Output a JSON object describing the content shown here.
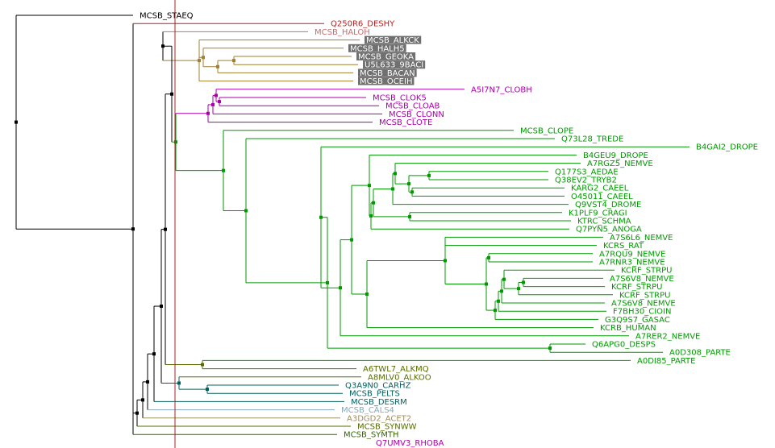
{
  "tree": {
    "colors": {
      "black": "#000000",
      "red": "#b22222",
      "rose": "#c07070",
      "olive": "#a08030",
      "highlight": "#707070",
      "purple": "#aa00aa",
      "green": "#009900",
      "darkolive": "#556b00",
      "teal": "#006060",
      "grayblue": "#88a8b8",
      "tan": "#a09060",
      "darkgreen": "#336600"
    },
    "leaves": [
      {
        "label": "MCSB_STAEQ",
        "color": "black"
      },
      {
        "label": "Q250R6_DESHY",
        "color": "red"
      },
      {
        "label": "MCSB_HALOH",
        "color": "rose"
      },
      {
        "label": "MCSB_ALKCK",
        "color": "olive",
        "highlight": true
      },
      {
        "label": "MCSB_HALH5",
        "color": "olive",
        "highlight": true
      },
      {
        "label": "MCSB_GEOKA",
        "color": "olive",
        "highlight": true
      },
      {
        "label": "U5L633_9BACI",
        "color": "olive",
        "highlight": true
      },
      {
        "label": "MCSB_BACAN",
        "color": "olive",
        "highlight": true
      },
      {
        "label": "MCSB_OCEIH",
        "color": "olive",
        "highlight": true
      },
      {
        "label": "A5I7N7_CLOBH",
        "color": "purple"
      },
      {
        "label": "MCSB_CLOK5",
        "color": "purple"
      },
      {
        "label": "MCSB_CLOAB",
        "color": "purple"
      },
      {
        "label": "MCSB_CLONN",
        "color": "purple"
      },
      {
        "label": "MCSB_CLOTE",
        "color": "purple"
      },
      {
        "label": "MCSB_CLOPE",
        "color": "green"
      },
      {
        "label": "Q73L28_TREDE",
        "color": "green"
      },
      {
        "label": "B4GAI2_DROPE",
        "color": "green"
      },
      {
        "label": "B4GEU9_DROPE",
        "color": "green"
      },
      {
        "label": "A7RGZ5_NEMVE",
        "color": "green"
      },
      {
        "label": "Q177S3_AEDAE",
        "color": "green"
      },
      {
        "label": "Q38EV2_TRYB2",
        "color": "green"
      },
      {
        "label": "KARG2_CAEEL",
        "color": "green"
      },
      {
        "label": "O45011_CAEEL",
        "color": "green"
      },
      {
        "label": "Q9VST4_DROME",
        "color": "green"
      },
      {
        "label": "K1PLF9_CRAGI",
        "color": "green"
      },
      {
        "label": "KTRC_SCHMA",
        "color": "green"
      },
      {
        "label": "Q7PYN5_ANOGA",
        "color": "green"
      },
      {
        "label": "A7S6L6_NEMVE",
        "color": "green"
      },
      {
        "label": "KCRS_RAT",
        "color": "green"
      },
      {
        "label": "A7RQU9_NEMVE",
        "color": "green"
      },
      {
        "label": "A7RNR3_NEMVE",
        "color": "green"
      },
      {
        "label": "KCRF_STRPU",
        "color": "green"
      },
      {
        "label": "A7S6V8_NEMVE",
        "color": "green"
      },
      {
        "label": "KCRF_STRPU",
        "color": "green"
      },
      {
        "label": "KCRF_STRPU",
        "color": "green"
      },
      {
        "label": "A7S6V8_NEMVE",
        "color": "green"
      },
      {
        "label": "F7BH30_CIOIN",
        "color": "green"
      },
      {
        "label": "G3Q9S7_GASAC",
        "color": "green"
      },
      {
        "label": "KCRB_HUMAN",
        "color": "green"
      },
      {
        "label": "A7RER2_NEMVE",
        "color": "green"
      },
      {
        "label": "Q6APG0_DESPS",
        "color": "green"
      },
      {
        "label": "A0D308_PARTE",
        "color": "green"
      },
      {
        "label": "A0DI85_PARTE",
        "color": "green"
      },
      {
        "label": "A6TWL7_ALKMQ",
        "color": "darkolive"
      },
      {
        "label": "A8MLV0_ALKOO",
        "color": "darkolive"
      },
      {
        "label": "Q3A9N0_CARHZ",
        "color": "teal"
      },
      {
        "label": "MCSB_PELTS",
        "color": "teal"
      },
      {
        "label": "MCSB_DESRM",
        "color": "teal"
      },
      {
        "label": "MCSB_CALS4",
        "color": "grayblue"
      },
      {
        "label": "A3DGD2_ACET2",
        "color": "tan"
      },
      {
        "label": "MCSB_SYNWW",
        "color": "darkolive"
      },
      {
        "label": "MCSB_SYMTH",
        "color": "darkgreen"
      },
      {
        "label": "Q7UMV3_RHOBA",
        "color": "purple"
      }
    ]
  }
}
